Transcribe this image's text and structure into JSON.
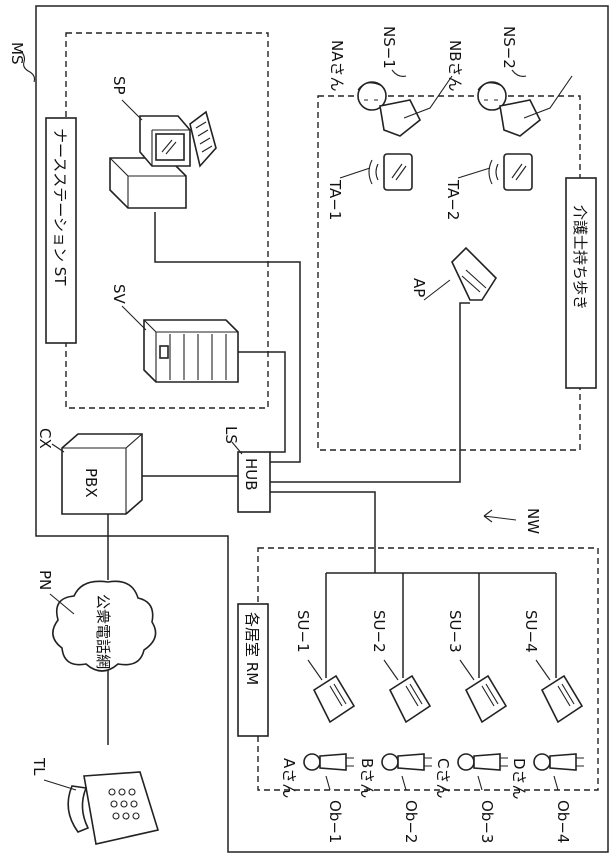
{
  "labels": {
    "ms": "MS",
    "nurse_station": "ナースステーション ST",
    "sp": "SP",
    "sv": "SV",
    "cx": "CX",
    "pbx": "PBX",
    "ls": "LS",
    "hub": "HUB",
    "nw": "NW",
    "pn": "PN",
    "public_network": "公衆電話網",
    "tl": "TL",
    "rooms": "各居室 RM",
    "caregiver_carry": "介護士持ち歩き",
    "ap": "AP",
    "ta1": "TA−1",
    "ta2": "TA−2",
    "na_san": "NAさん",
    "nb_san": "NBさん",
    "ns1": "NS−1",
    "ns2": "NS−2",
    "su1": "SU−1",
    "su2": "SU−2",
    "su3": "SU−3",
    "su4": "SU−4",
    "a_san": "Aさん",
    "b_san": "Bさん",
    "c_san": "Cさん",
    "d_san": "Dさん",
    "ob1": "Ob−1",
    "ob2": "Ob−2",
    "ob3": "Ob−3",
    "ob4": "Ob−4"
  }
}
